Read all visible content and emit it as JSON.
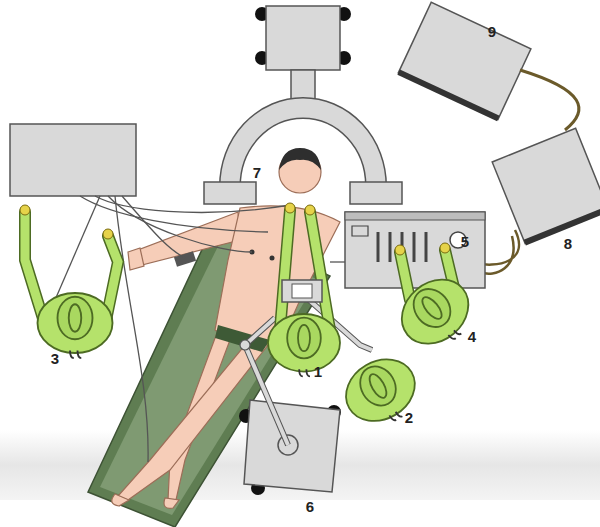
{
  "diagram": {
    "labels": [
      "9",
      "7",
      "5",
      "8",
      "4",
      "3",
      "1",
      "2",
      "6"
    ]
  }
}
